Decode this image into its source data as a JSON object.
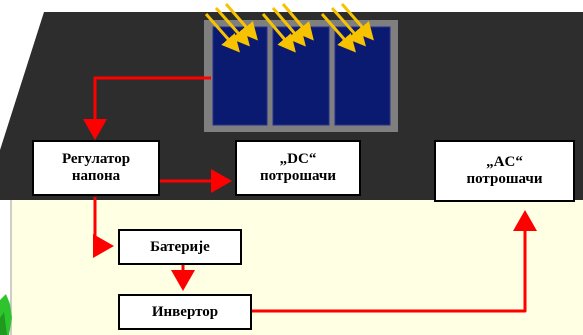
{
  "colors": {
    "roof": "#2d2d2d",
    "wall": "#ffffe4",
    "panel_frame": "#7f7f7f",
    "panel_cell": "#0a1a70",
    "sun_ray": "#f7c300",
    "flow_arrow": "#ff0000",
    "box_border": "#000000",
    "grass": "#2ec42e"
  },
  "boxes": {
    "regulator": {
      "line1": "Регулатор",
      "line2": "напона"
    },
    "dc_consumers": {
      "line1": "„DC“",
      "line2": "потрошачи"
    },
    "ac_consumers": {
      "line1": "„AC“",
      "line2": "потрошачи"
    },
    "batteries": {
      "label": "Батерије"
    },
    "inverter": {
      "label": "Инвертор"
    }
  },
  "icons": {
    "sun_rays": "sun-rays-icon",
    "solar_panel": "solar-panel-icon"
  }
}
